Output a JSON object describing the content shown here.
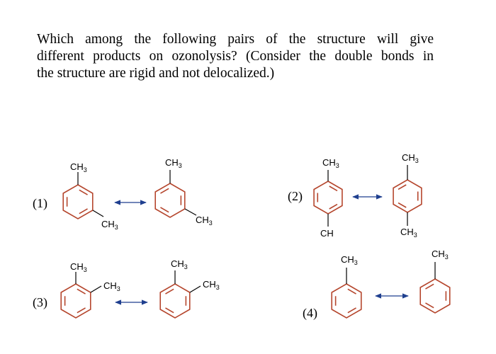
{
  "question": {
    "line1": "Which among the following pairs of the structure will give",
    "line2": "different products on ozonolysis? (Consider the double bonds in",
    "line3": "the structure are rigid and not delocalized.)"
  },
  "labels": [
    "(1)",
    "(2)",
    "(3)",
    "(4)"
  ],
  "groups": {
    "ch": "CH",
    "ch3_sub": "3"
  },
  "colors": {
    "ring": "#b5462d",
    "bond": "#000000",
    "arrow": "#1f3f8f",
    "text": "#000000"
  }
}
